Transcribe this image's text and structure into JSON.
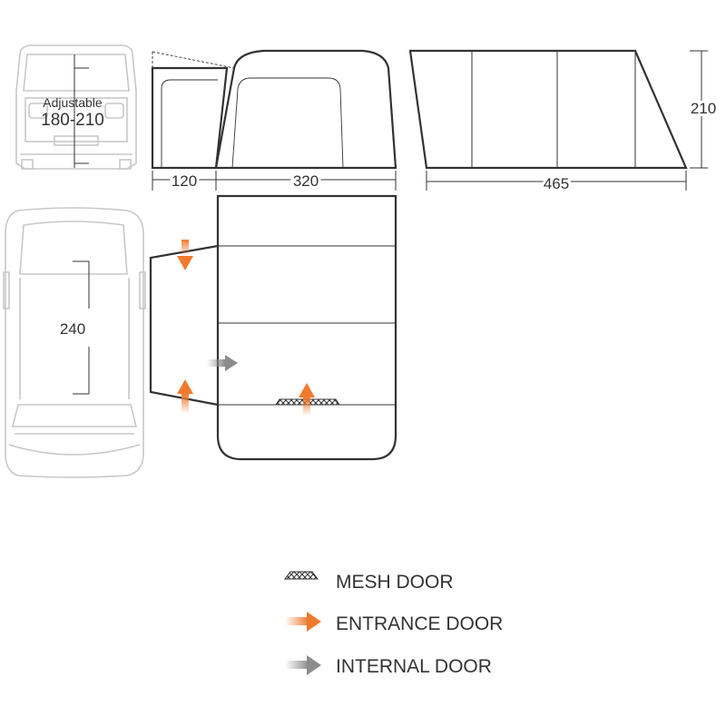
{
  "van_height_label_line1": "Adjustable",
  "van_height_label_line2": "180-210",
  "dimensions": {
    "width_left": "120",
    "width_main": "320",
    "length": "465",
    "height": "210",
    "depth_van": "240"
  },
  "legend": {
    "mesh_door": "MESH DOOR",
    "entrance_door": "ENTRANCE DOOR",
    "internal_door": "INTERNAL DOOR"
  },
  "colors": {
    "outline": "#333333",
    "van": "#c8c8c8",
    "entrance": "#ef7a2d",
    "internal": "#8c8c8c"
  },
  "icons": [
    "mesh-door-icon",
    "entrance-arrow-icon",
    "internal-arrow-icon"
  ]
}
